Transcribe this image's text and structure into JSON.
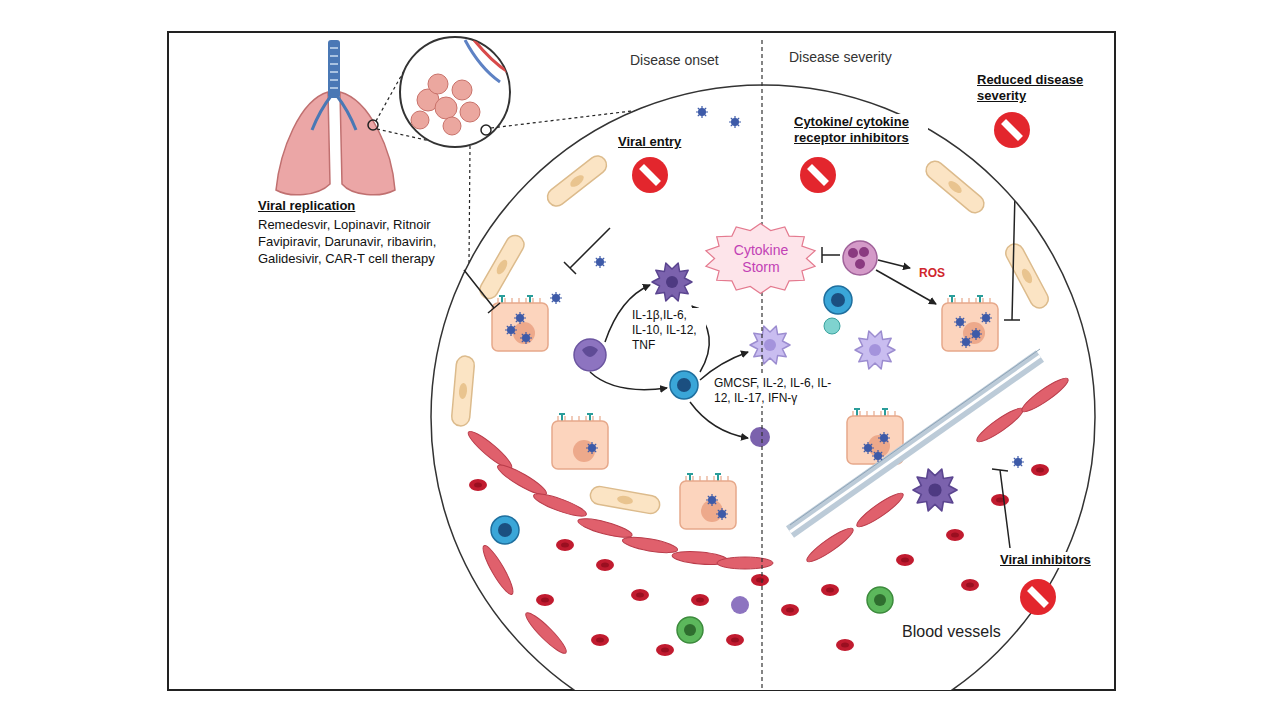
{
  "diagram": {
    "nodes": [
      {
        "text": [
          "Cytokine Storm"
        ]
      }
    ],
    "labels": [
      "Disease onset",
      "Disease severity",
      "Reduced disease severity",
      "Cytokine/ cytokine receptor inhibitors",
      "Viral entry",
      "Viral replication",
      "Remedesvir, Lopinavir, Ritnoir Favipiravir, Darunavir, ribavirin, Galidesivir, CAR-T cell therapy",
      "IL-1β,IL-6, IL-10, IL-12, TNF",
      "ROS",
      "GMCSF, IL-2, IL-6, IL-12, IL-17, IFN-γ",
      "Viral inhibitors",
      "Blood vessels"
    ]
  }
}
